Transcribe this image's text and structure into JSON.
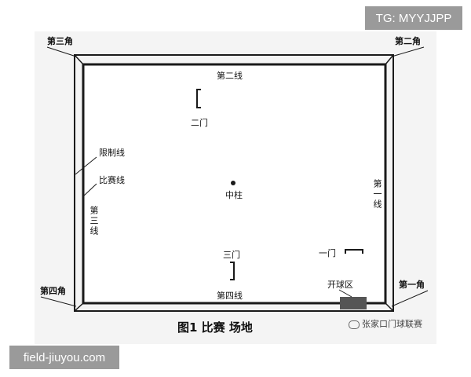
{
  "watermarks": {
    "top": "TG: MYYJJPP",
    "bottom": "field-jiuyou.com"
  },
  "corners": {
    "third": "第三角",
    "second": "第二角",
    "fourth": "第四角",
    "first": "第一角"
  },
  "lines": {
    "second": "第二线",
    "first": "第一线",
    "third": "第三线",
    "fourth": "第四线",
    "limit": "限制线",
    "match": "比赛线"
  },
  "gates": {
    "second": "二门",
    "first": "一门",
    "third": "三门"
  },
  "center_post": "中柱",
  "serve_area": "开球区",
  "caption": "图1 比赛 场地",
  "source_mark": "张家口门球联赛",
  "colors": {
    "line": "#1a1a1a",
    "serve_area_fill": "#555555",
    "panel_bg": "#f4f4f4",
    "tag_bg": "#9a9a9a"
  }
}
